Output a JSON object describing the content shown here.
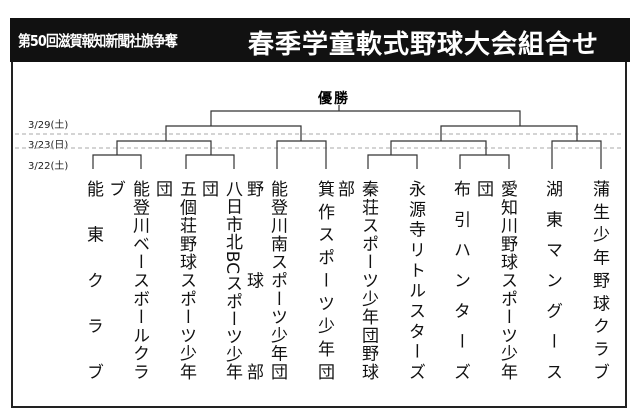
{
  "header": {
    "subtitle": "第50回滋賀報知新聞社旗争奪",
    "title": "春季学童軟式野球大会組合せ"
  },
  "champion_label": "優勝",
  "rounds": [
    {
      "date": "3/29(土)"
    },
    {
      "date": "3/23(日)"
    },
    {
      "date": "3/22(土)"
    }
  ],
  "teams": [
    "能東クラブ",
    "能登川ベースボールクラブ",
    "五個荘野球スポーツ少年団",
    "八日市北BCスポーツ少年団",
    "能登川南スポーツ少年団野球部",
    "箕作スポーツ少年団",
    "秦荘スポーツ少年団野球部",
    "永源寺リトルスターズ",
    "布引ハンターズ",
    "愛知川野球スポーツ少年団",
    "湖東マングース",
    "蒲生少年野球クラブ"
  ]
}
